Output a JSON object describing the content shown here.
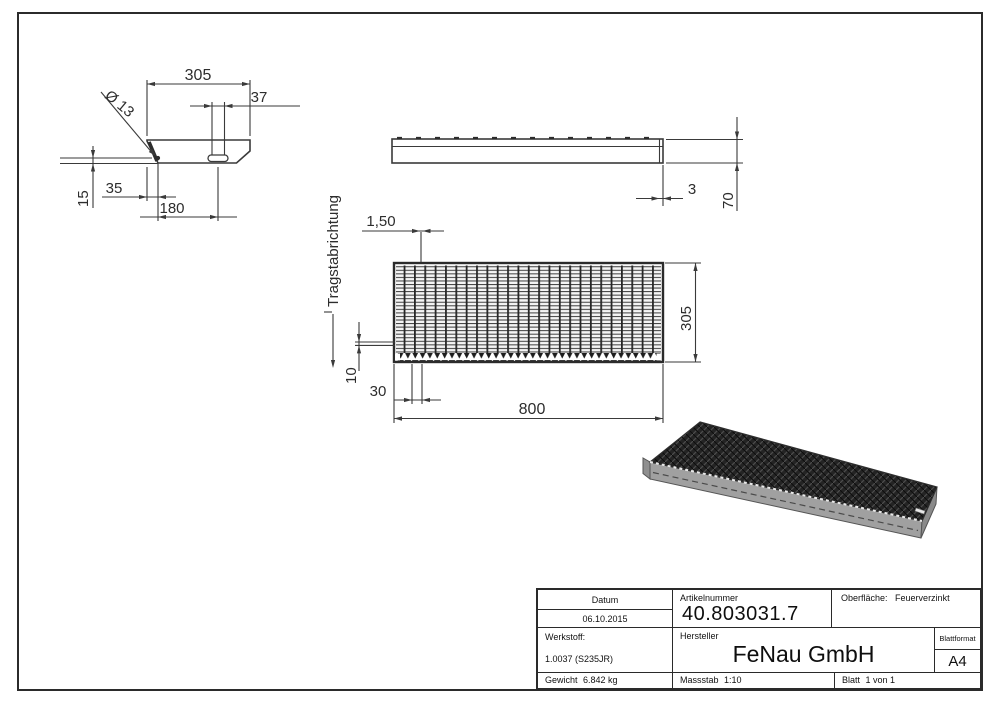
{
  "drawing": {
    "colors": {
      "line": "#3a3a3a",
      "background": "#ffffff",
      "iso_top": "#242424",
      "iso_side": "#a0a0a0"
    },
    "views": {
      "end_plate_view": {
        "dim_length": "305",
        "dim_slot_length": "37",
        "dim_hole_dia": "Ø 13",
        "dim_hole_height": "15",
        "dim_hole_offset": "35",
        "dim_slot_offset": "180"
      },
      "side_view": {
        "dim_end_plate_thickness": "3",
        "dim_height": "70"
      },
      "top_view": {
        "bearing_bar_label": "Tragstabrichtung",
        "dim_bar_width": "1,50",
        "dim_depth": "305",
        "dim_cross_pitch": "10",
        "dim_bearing_pitch": "30",
        "dim_length": "800"
      }
    },
    "title_block": {
      "datum_label": "Datum",
      "datum_value": "06.10.2015",
      "artikel_label": "Artikelnummer",
      "artikel_value": "40.803031.7",
      "oberflaeche_label": "Oberfläche:",
      "oberflaeche_value": "Feuerverzinkt",
      "werkstoff_label": "Werkstoff:",
      "werkstoff_value": "1.0037 (S235JR)",
      "hersteller_label": "Hersteller",
      "hersteller_value": "FeNau GmbH",
      "blattformat_label": "Blattformat",
      "blattformat_value": "A4",
      "gewicht_label": "Gewicht",
      "gewicht_value": "6.842 kg",
      "massstab_label": "Massstab",
      "massstab_value": "1:10",
      "blatt_label": "Blatt",
      "blatt_value": "1 von 1"
    }
  }
}
